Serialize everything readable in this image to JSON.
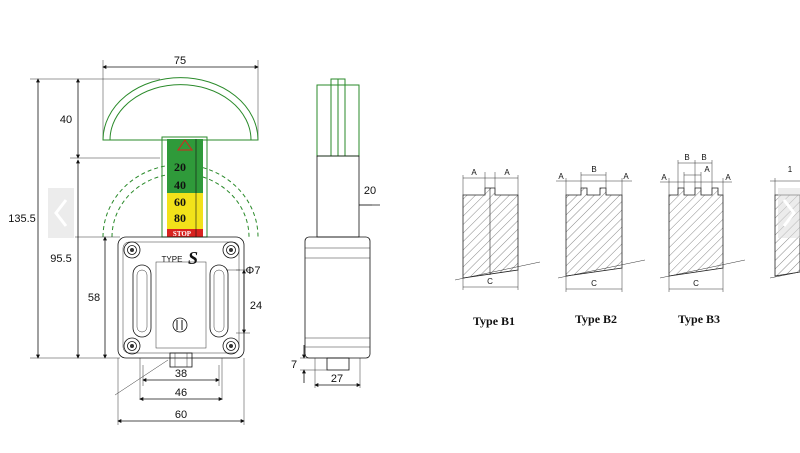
{
  "front_view": {
    "dim_width_top": "75",
    "dim_height_cap": "40",
    "dim_overall_height": "135.5",
    "dim_height_lower": "95.5",
    "dim_body_height": "58",
    "dim_hole_dia": "Φ7",
    "dim_slot_length": "24",
    "dim_38": "38",
    "dim_46": "46",
    "dim_60": "60",
    "type_label": "TYPE",
    "type_letter": "S",
    "gauge": {
      "levels": [
        "20",
        "40",
        "60",
        "80"
      ],
      "stop_label": "STOP",
      "colors": {
        "green": "#2f9a3a",
        "yellow": "#f2e21a",
        "red": "#d8231f"
      }
    }
  },
  "side_view": {
    "dim_20": "20",
    "dim_7": "7",
    "dim_27": "27"
  },
  "profiles": [
    {
      "name": "Type B1",
      "top_labels": [
        "A",
        "A"
      ],
      "bottom_label": "C"
    },
    {
      "name": "Type B2",
      "top_labels": [
        "A",
        "B",
        "A"
      ],
      "bottom_label": "C"
    },
    {
      "name": "Type B3",
      "top_labels": [
        "B",
        "B",
        "A",
        "A",
        "A"
      ],
      "bottom_label": "C"
    }
  ],
  "partial_label": "1",
  "nav": {
    "prev_icon": "chevron-left-icon",
    "next_icon": "chevron-right-icon"
  }
}
